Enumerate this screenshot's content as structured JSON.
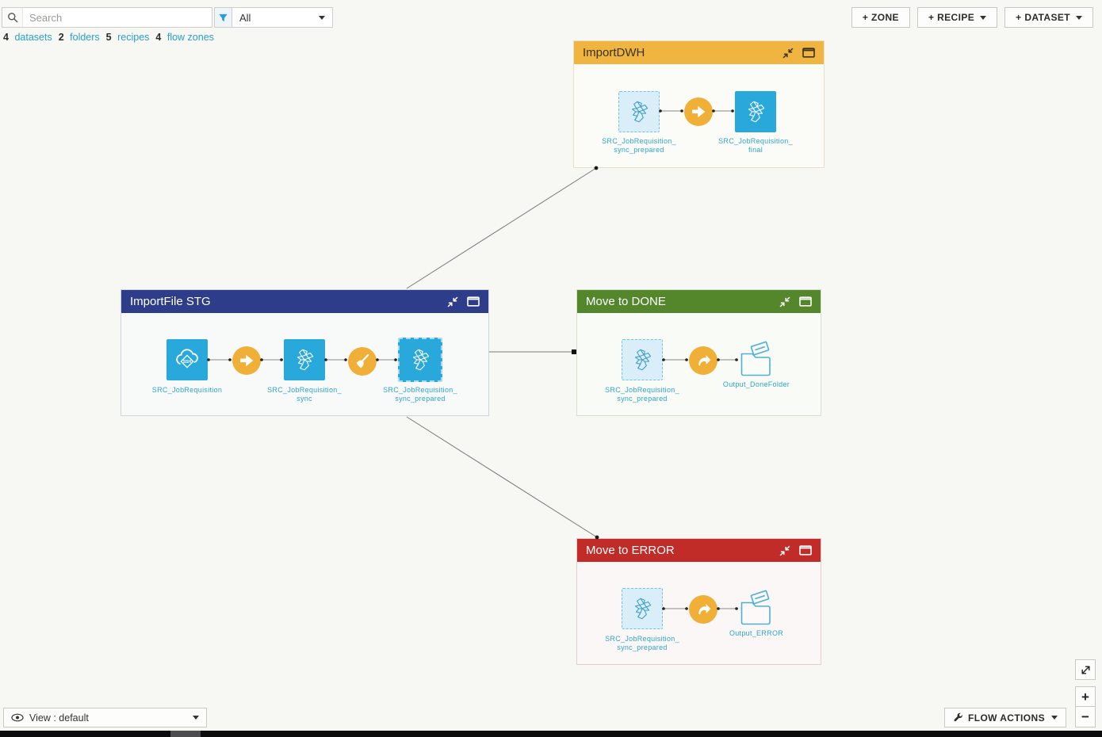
{
  "toolbar": {
    "search_placeholder": "Search",
    "filter_value": "All",
    "zone_button": "+ ZONE",
    "recipe_button": "+ RECIPE",
    "dataset_button": "+ DATASET"
  },
  "summary": {
    "datasets_count": "4",
    "datasets_label": "datasets",
    "folders_count": "2",
    "folders_label": "folders",
    "recipes_count": "5",
    "recipes_label": "recipes",
    "flow_zones_count": "4",
    "flow_zones_label": "flow zones"
  },
  "zones": [
    {
      "title": "ImportDWH",
      "header_color": "#F0B540",
      "nodes": [
        {
          "type": "dataset-shared",
          "line1": "SRC_JobRequisition_",
          "line2": "sync_prepared"
        },
        {
          "type": "sync-recipe"
        },
        {
          "type": "dataset",
          "line1": "SRC_JobRequisition_",
          "line2": "final"
        }
      ]
    },
    {
      "title": "ImportFile STG",
      "header_color": "#2E3D8A",
      "nodes": [
        {
          "type": "ssh-dataset",
          "line1": "SRC_JobRequisition",
          "badge": "SSH"
        },
        {
          "type": "sync-recipe"
        },
        {
          "type": "dataset",
          "line1": "SRC_JobRequisition_",
          "line2": "sync"
        },
        {
          "type": "prepare-recipe"
        },
        {
          "type": "dataset-shared-solid",
          "line1": "SRC_JobRequisition_",
          "line2": "sync_prepared"
        }
      ]
    },
    {
      "title": "Move to DONE",
      "header_color": "#54872C",
      "nodes": [
        {
          "type": "dataset-shared",
          "line1": "SRC_JobRequisition_",
          "line2": "sync_prepared"
        },
        {
          "type": "move-recipe"
        },
        {
          "type": "folder",
          "line1": "Output_DoneFolder"
        }
      ]
    },
    {
      "title": "Move to ERROR",
      "header_color": "#C12B28",
      "nodes": [
        {
          "type": "dataset-shared",
          "line1": "SRC_JobRequisition_",
          "line2": "sync_prepared"
        },
        {
          "type": "move-recipe"
        },
        {
          "type": "folder",
          "line1": "Output_ERROR"
        }
      ]
    }
  ],
  "footer": {
    "view_label": "View : default",
    "flow_actions_label": "FLOW ACTIONS"
  },
  "zoom_controls": {
    "zoom_in": "+",
    "zoom_out": "−"
  },
  "colors": {
    "dataset_blue": "#29A8DC",
    "recipe_orange": "#F0AF36",
    "node_label_teal": "#2FA3C7",
    "link_teal": "#2C9FC6",
    "canvas_background": "#F7F7F4"
  }
}
